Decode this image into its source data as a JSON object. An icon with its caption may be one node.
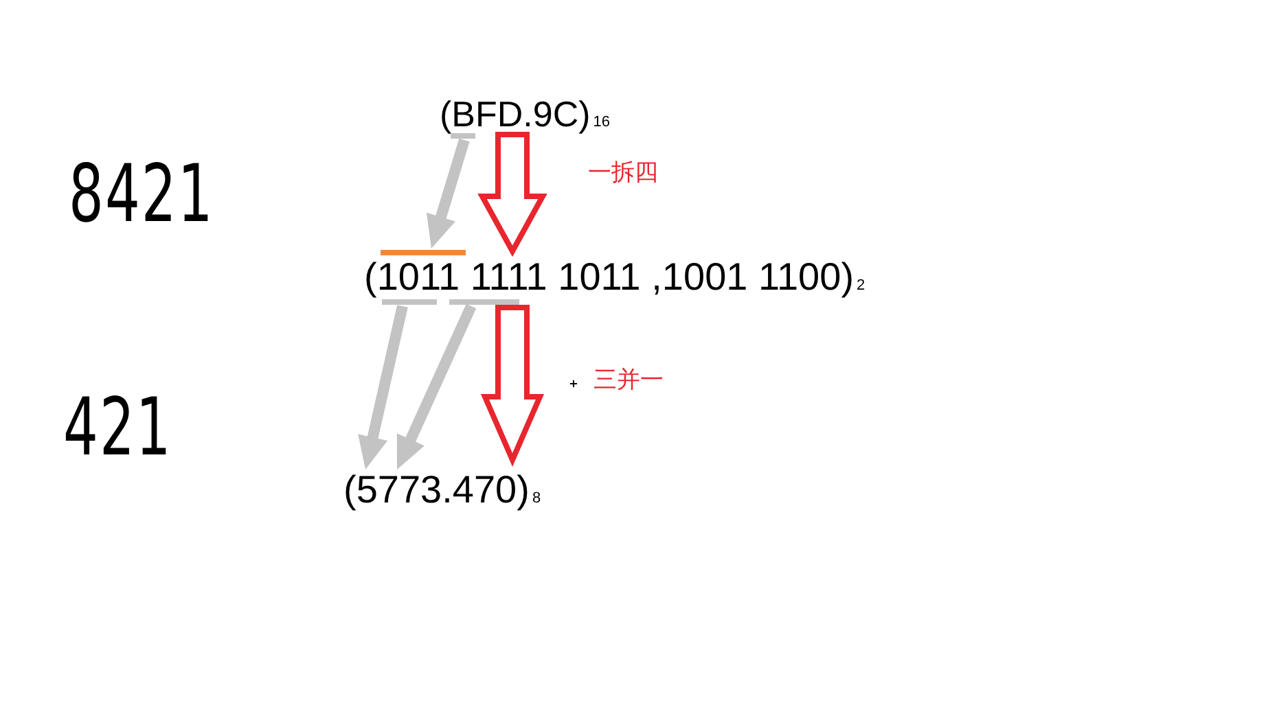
{
  "diagram": {
    "nodes": [
      {
        "text": [
          "(BFD.9C)$_{16}$"
        ]
      },
      {
        "text": [],
        "shape": "bar"
      },
      {
        "text": [],
        "shape": "bar"
      },
      {
        "text": [
          "(1011 1111 1011 ,1001 1100)$_{2}$"
        ]
      },
      {
        "text": [],
        "shape": "bar"
      },
      {
        "text": [],
        "shape": "bar"
      },
      {
        "text": [
          "(5773.470)$_{8}$"
        ]
      }
    ],
    "edges": [
      {
        "from": 0,
        "to": 3,
        "arrow": "to",
        "label": "一拆四",
        "color": "#e8262e"
      },
      {
        "from": 1,
        "to": 2,
        "arrow": "to"
      },
      {
        "from": 4,
        "to": 6,
        "arrow": "to"
      },
      {
        "from": 5,
        "to": 6,
        "arrow": "to"
      },
      {
        "from": 3,
        "to": 6,
        "arrow": "to",
        "label": "三并一",
        "color": "#e8262e"
      }
    ],
    "labels": [
      "8421",
      "421"
    ]
  }
}
